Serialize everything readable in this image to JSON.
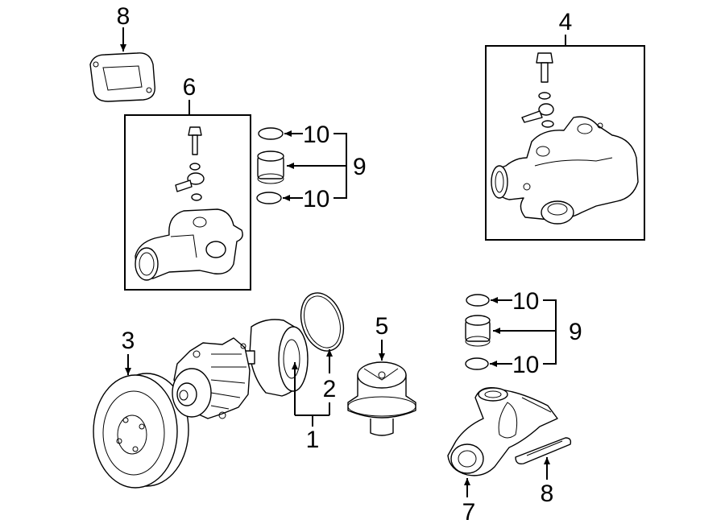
{
  "callouts": {
    "c1": "1",
    "c2": "2",
    "c3": "3",
    "c4": "4",
    "c5": "5",
    "c6": "6",
    "c7": "7",
    "c8_top": "8",
    "c8_bottom": "8",
    "c9_top": "9",
    "c9_bottom": "9",
    "c10_a": "10",
    "c10_b": "10",
    "c10_c": "10",
    "c10_d": "10"
  }
}
